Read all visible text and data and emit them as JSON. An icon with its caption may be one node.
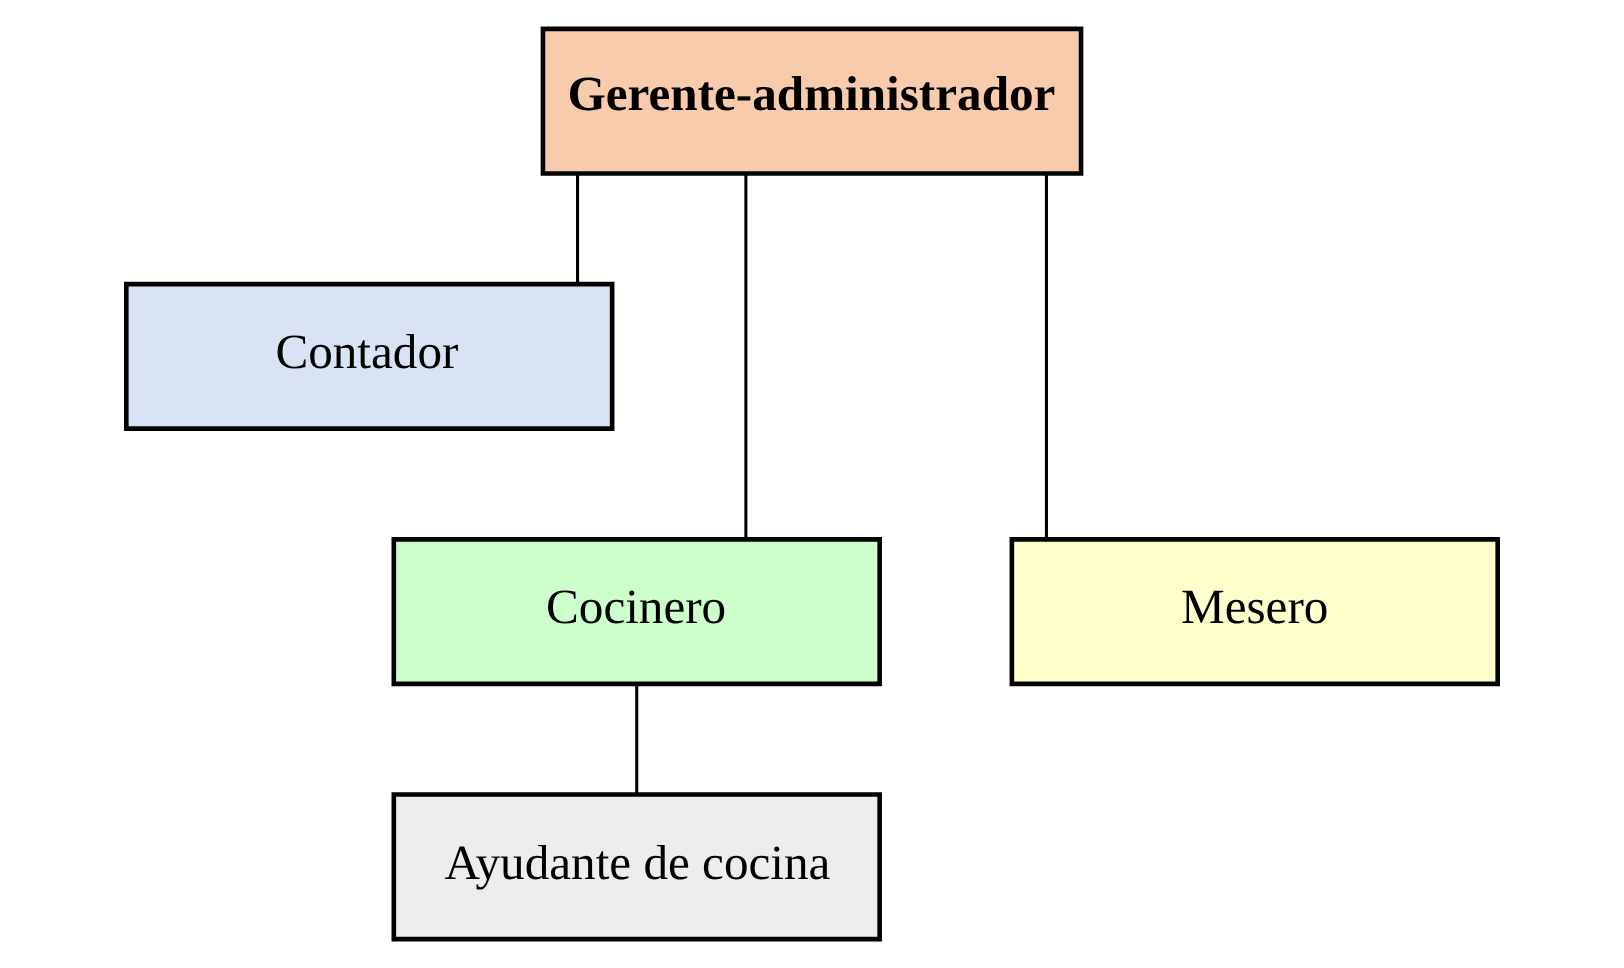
{
  "diagram": {
    "nodes": [
      {
        "text": [
          "Gerente-administrador"
        ]
      },
      {
        "text": [
          "Contador"
        ]
      },
      {
        "text": [
          "Cocinero"
        ]
      },
      {
        "text": [
          "Mesero"
        ]
      },
      {
        "text": [
          "Ayudante de cocina"
        ]
      }
    ],
    "edges": [
      {
        "from": 0,
        "to": 1,
        "arrow": "none"
      },
      {
        "from": 0,
        "to": 2,
        "arrow": "none"
      },
      {
        "from": 0,
        "to": 3,
        "arrow": "none"
      },
      {
        "from": 2,
        "to": 4,
        "arrow": "none"
      }
    ]
  }
}
